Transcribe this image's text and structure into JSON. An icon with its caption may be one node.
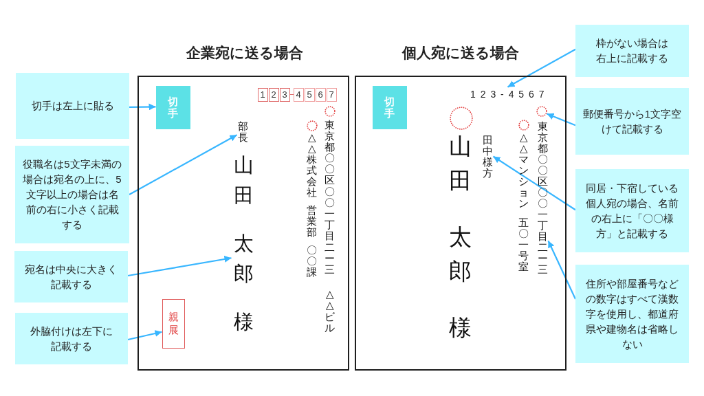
{
  "diagram": {
    "nodes": [
      {
        "text": [
          "切手は左上に貼る"
        ]
      },
      {
        "text": [
          "役職名は5文字未満の場合は宛名の上に、5文字以上の場合は名前の右に小さく記載する"
        ]
      },
      {
        "text": [
          "宛名は中央に大きく記載する"
        ]
      },
      {
        "text": [
          "外脇付けは左下に記載する"
        ]
      },
      {
        "text": [
          "企業宛に送る場合",
          "△△株式会社営業部〇〇課",
          "東京都〇〇区〇〇一丁目二ー三　△△ビル"
        ]
      },
      {
        "text": [
          "切手"
        ],
        "in": 4
      },
      {
        "text": [
          "1"
        ],
        "in": 4
      },
      {
        "text": [
          "2"
        ],
        "in": 4
      },
      {
        "text": [
          "3"
        ],
        "in": 4
      },
      {
        "text": [
          "4"
        ],
        "in": 4
      },
      {
        "text": [
          "5"
        ],
        "in": 4
      },
      {
        "text": [
          "6"
        ],
        "in": 4
      },
      {
        "text": [
          "7"
        ],
        "in": 4
      },
      {
        "text": [],
        "shape": "circle",
        "in": 4
      },
      {
        "text": [],
        "shape": "circle",
        "in": 4
      },
      {
        "text": [
          "部長"
        ],
        "in": 4
      },
      {
        "text": [
          "山田太郎様"
        ],
        "in": 4
      },
      {
        "text": [
          "親展"
        ],
        "in": 4
      },
      {
        "text": [
          "個人宛に送る場合",
          "山田太郎様",
          "△△マンション五〇一号室"
        ]
      },
      {
        "text": [
          "切手"
        ],
        "in": 18
      },
      {
        "text": [
          "1 2 3 - 4 5 6 7"
        ],
        "in": 18
      },
      {
        "text": [],
        "shape": "circle",
        "in": 18
      },
      {
        "text": [],
        "shape": "circle",
        "in": 18
      },
      {
        "text": [
          "東京都〇〇区〇〇一丁目二ー三"
        ],
        "in": 18
      },
      {
        "text": [],
        "shape": "circle",
        "in": 18
      },
      {
        "text": [
          "田中様方"
        ],
        "in": 18
      },
      {
        "text": [
          "枠がない場合は右上に記載する"
        ]
      },
      {
        "text": [
          "郵便番号から1文字空けて記載する"
        ]
      },
      {
        "text": [
          "同居・下宿している個人宛の場合、名前の右上に「〇〇様方」と記載する"
        ]
      },
      {
        "text": [
          "住所や部屋番号などの数字はすべて漢数字を使用し、都道府県や建物名は省略しない"
        ]
      }
    ],
    "edges": [
      {
        "from": 0,
        "to": 5,
        "arrow": "to"
      },
      {
        "from": 1,
        "to": 15,
        "arrow": "to"
      },
      {
        "from": 2,
        "to": 16,
        "arrow": "to"
      },
      {
        "from": 3,
        "to": 17,
        "arrow": "to"
      },
      {
        "from": 26,
        "to": 20,
        "arrow": "to"
      },
      {
        "from": 27,
        "to": 21,
        "arrow": "to"
      },
      {
        "from": 28,
        "to": 25,
        "arrow": "to"
      },
      {
        "from": 29,
        "to": 23,
        "arrow": "to"
      }
    ]
  }
}
